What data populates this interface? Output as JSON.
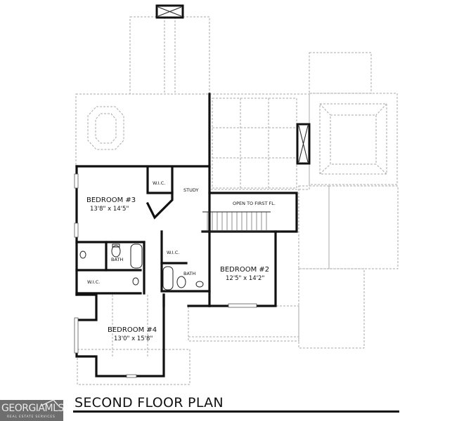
{
  "plan": {
    "title": "SECOND FLOOR PLAN",
    "rooms": {
      "bedroom3": {
        "name": "BEDROOM #3",
        "dims": "13'8\" x 14'5\""
      },
      "bedroom2": {
        "name": "BEDROOM #2",
        "dims": "12'5\" x 14'2\""
      },
      "bedroom4": {
        "name": "BEDROOM #4",
        "dims": "13'0\" x 15'8\""
      },
      "study": {
        "name": "STUDY"
      },
      "open": {
        "name": "OPEN TO FIRST FL."
      },
      "wic_b3": {
        "name": "W.I.C."
      },
      "wic_b4": {
        "name": "W.I.C."
      },
      "wic_b2": {
        "name": "W.I.C."
      },
      "bath_left": {
        "name": "BATH"
      },
      "bath_right": {
        "name": "BATH"
      }
    }
  },
  "watermark": {
    "brand": "GEORGIAMLS",
    "tagline": "REAL ESTATE SERVICES",
    "bg_color": "#6e6e6e"
  }
}
